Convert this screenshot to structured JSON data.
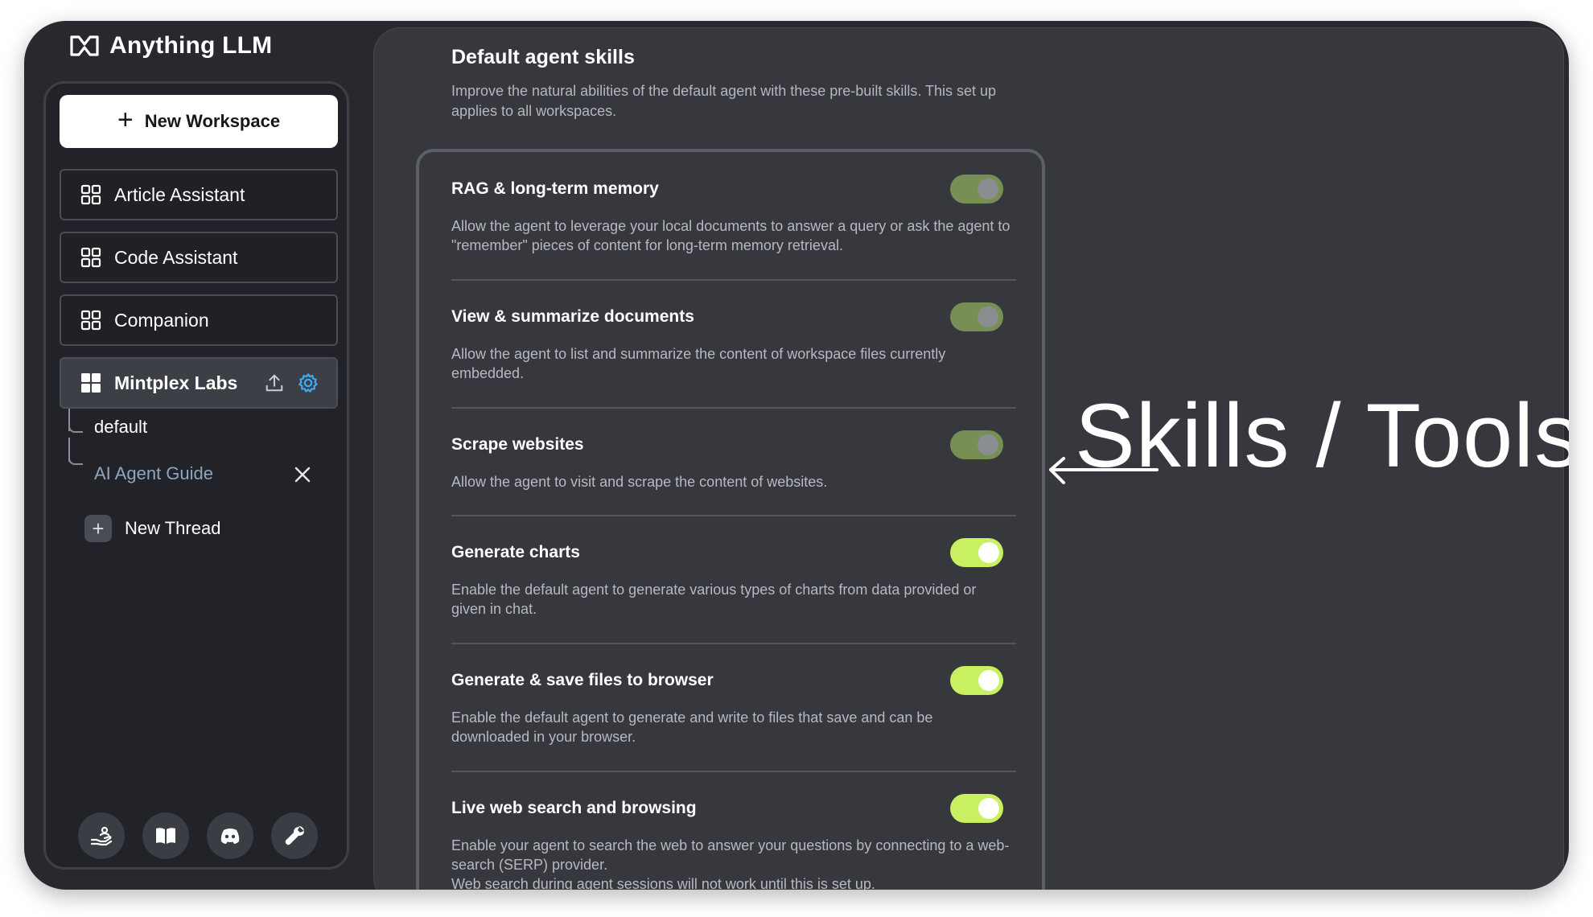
{
  "app": {
    "title": "Anything LLM"
  },
  "sidebar": {
    "new_workspace_label": "New Workspace",
    "workspaces": [
      {
        "label": "Article Assistant"
      },
      {
        "label": "Code Assistant"
      },
      {
        "label": "Companion"
      },
      {
        "label": "Mintplex Labs"
      }
    ],
    "threads": [
      {
        "label": "default"
      },
      {
        "label": "AI Agent Guide"
      }
    ],
    "new_thread_label": "New Thread",
    "footer_icons": [
      "community-hub-icon",
      "docs-book-icon",
      "discord-icon",
      "settings-wrench-icon"
    ]
  },
  "main": {
    "title": "Default agent skills",
    "description": "Improve the natural abilities of the default agent with these pre-built skills. This set up applies to all workspaces.",
    "skills": [
      {
        "title": "RAG & long-term memory",
        "desc": "Allow the agent to leverage your local documents to answer a query or ask the agent to \"remember\" pieces of content for long-term memory retrieval.",
        "enabled": true
      },
      {
        "title": "View & summarize documents",
        "desc": "Allow the agent to list and summarize the content of workspace files currently embedded.",
        "enabled": true
      },
      {
        "title": "Scrape websites",
        "desc": "Allow the agent to visit and scrape the content of websites.",
        "enabled": true
      },
      {
        "title": "Generate charts",
        "desc": "Enable the default agent to generate various types of charts from data provided or given in chat.",
        "enabled": true
      },
      {
        "title": "Generate & save files to browser",
        "desc": "Enable the default agent to generate and write to files that save and can be downloaded in your browser.",
        "enabled": true
      },
      {
        "title": "Live web search and browsing",
        "desc_line1": "Enable your agent to search the web to answer your questions by connecting to a web-search (SERP) provider.",
        "desc_line2": "Web search during agent sessions will not work until this is set up.",
        "enabled": true
      }
    ]
  },
  "annotation": {
    "text": "Skills / Tools"
  },
  "colors": {
    "toggle_on": "#c8f060",
    "toggle_default": "#778f55",
    "background": "#27292e",
    "panel": "#36383e",
    "link_muted": "#8fa5bd",
    "settings_accent": "#3fa9f5"
  }
}
